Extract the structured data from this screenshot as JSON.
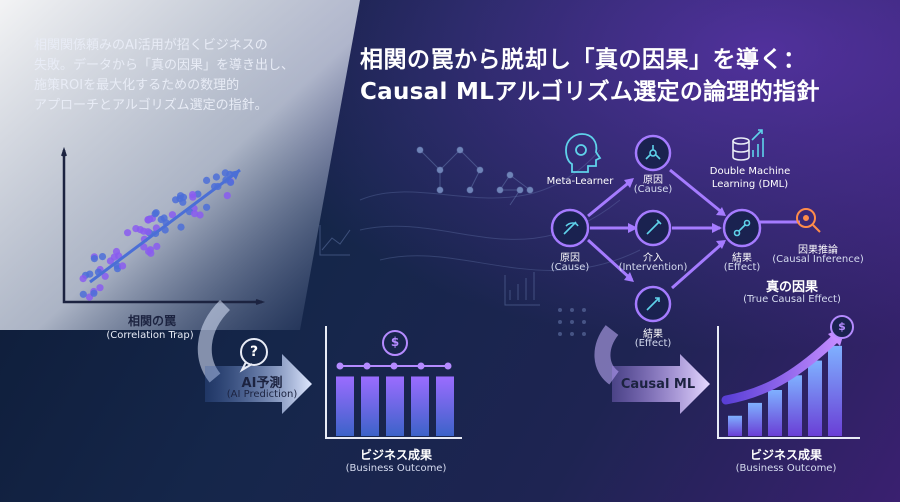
{
  "title": {
    "line1": "相関の罠から脱却し「真の因果」を導く：",
    "line2": "Causal MLアルゴリズム選定の論理的指針"
  },
  "intro": [
    "相関関係頼みのAI活用が招くビジネスの",
    "失敗。データから「真の因果」を導き出し、",
    "施策ROIを最大化するための数理的",
    "アプローチとアルゴリズム選定の指針。"
  ],
  "left": {
    "trap_label": "相関の罠",
    "trap_sub": "(Correlation Trap)",
    "ai_label": "AI予測",
    "ai_sub": "(AI Prediction)",
    "question_mark": "?",
    "outcome_label": "ビジネス成果",
    "outcome_sub": "(Business Outcome)",
    "bar_levels": [
      0.62,
      0.62,
      0.62,
      0.62,
      0.62
    ]
  },
  "graph": {
    "meta_learner": "Meta-Learner",
    "dml_line1": "Double Machine",
    "dml_line2": "Learning (DML)",
    "cause_top": "原因",
    "cause_top_sub": "(Cause)",
    "cause_left": "原因",
    "cause_left_sub": "(Cause)",
    "intervention": "介入",
    "intervention_sub": "(Intervention)",
    "effect_right": "結果",
    "effect_right_sub": "(Effect)",
    "effect_bottom": "結果",
    "effect_bottom_sub": "(Effect)",
    "causal_inference": "因果推論",
    "causal_inference_sub": "(Causal Inference)",
    "true_effect": "真の因果",
    "true_effect_sub": "(True Causal Effect)"
  },
  "right": {
    "causal_ml": "Causal ML",
    "outcome_label": "ビジネス成果",
    "outcome_sub": "(Business Outcome)",
    "dollar": "$",
    "bar_levels": [
      0.22,
      0.36,
      0.5,
      0.66,
      0.82,
      0.98
    ]
  },
  "colors": {
    "accent": "#8a5cf0",
    "accent_light": "#b58bff",
    "cyan": "#49c8e8",
    "bg_dark": "#0c1a33"
  }
}
